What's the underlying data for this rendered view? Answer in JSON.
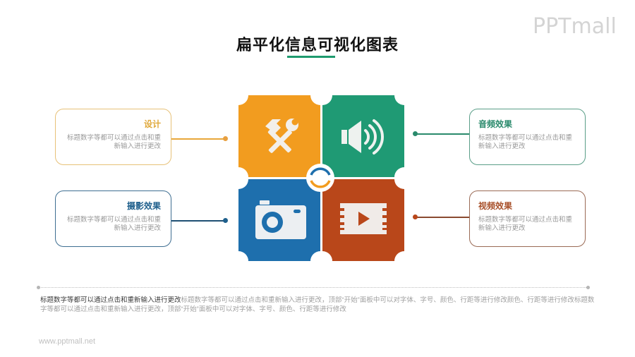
{
  "header": {
    "title": "扁平化信息可视化图表",
    "underline_color": "#1e9a6e",
    "logo_text": "PPTmall"
  },
  "tiles": [
    {
      "key": "design",
      "icon": "hammer-wrench-icon",
      "color": "#f29c1f"
    },
    {
      "key": "audio",
      "icon": "speaker-icon",
      "color": "#1f9a74"
    },
    {
      "key": "photo",
      "icon": "camera-icon",
      "color": "#1e6fad"
    },
    {
      "key": "video",
      "icon": "video-play-icon",
      "color": "#b9471a"
    }
  ],
  "center": {
    "icon": "refresh-cycle-icon",
    "colors": [
      "#1e6fad",
      "#f29c1f"
    ]
  },
  "cards": {
    "design": {
      "title": "设计",
      "desc": "标题数字等都可以通过点击和重新输入进行更改",
      "color": "#e0a93c"
    },
    "photo": {
      "title": "摄影效果",
      "desc": "标题数字等都可以通过点击和重新输入进行更改",
      "color": "#1e5f8c"
    },
    "audio": {
      "title": "音频效果",
      "desc": "标题数字等都可以通过点击和重新输入进行更改",
      "color": "#2a8a6c"
    },
    "video": {
      "title": "视频效果",
      "desc": "标题数字等都可以通过点击和重新输入进行更改",
      "color": "#a8502a"
    }
  },
  "body": {
    "lead": "标题数字等都可以通过点击和重新输入进行更改",
    "rest": "标题数字等都可以通过点击和重新输入进行更改，顶部“开始”面板中可以对字体、字号、颜色、行距等进行修改颜色、行距等进行修改标题数字等都可以通过点击和重新输入进行更改，顶部“开始”面板中可以对字体、字号、颜色、行距等进行修改"
  },
  "footer": {
    "url": "www.pptmall.net"
  }
}
